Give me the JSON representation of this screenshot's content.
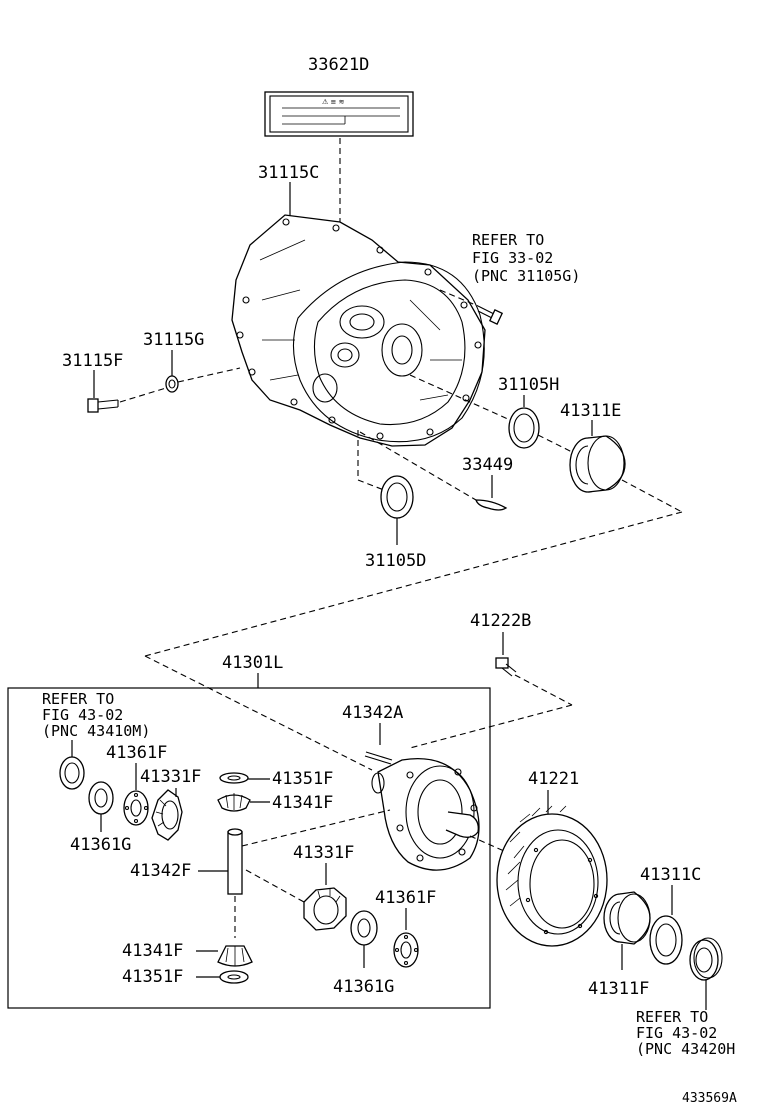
{
  "parts": {
    "p33621D": "33621D",
    "p31115C": "31115C",
    "p31115G": "31115G",
    "p31115F": "31115F",
    "p31105H": "31105H",
    "p41311E": "41311E",
    "p33449": "33449",
    "p31105D": "31105D",
    "p41222B": "41222B",
    "p41301L": "41301L",
    "p41342A": "41342A",
    "p41361F_a": "41361F",
    "p41331F_a": "41331F",
    "p41351F_a": "41351F",
    "p41341F_a": "41341F",
    "p41361G_a": "41361G",
    "p41342F": "41342F",
    "p41331F_b": "41331F",
    "p41361F_b": "41361F",
    "p41341F_b": "41341F",
    "p41351F_b": "41351F",
    "p41361G_b": "41361G",
    "p41221": "41221",
    "p41311C": "41311C",
    "p41311F": "41311F"
  },
  "references": {
    "ref_top": [
      "REFER TO",
      "FIG 33-02",
      "(PNC 31105G)"
    ],
    "ref_left": [
      "REFER TO",
      "FIG 43-02",
      "(PNC 43410M)"
    ],
    "ref_bottom": [
      "REFER TO",
      "FIG 43-02",
      "(PNC 43420H"
    ]
  },
  "label_sticker_text": "⚠ ≡  ≋",
  "figure_id": "433569A"
}
